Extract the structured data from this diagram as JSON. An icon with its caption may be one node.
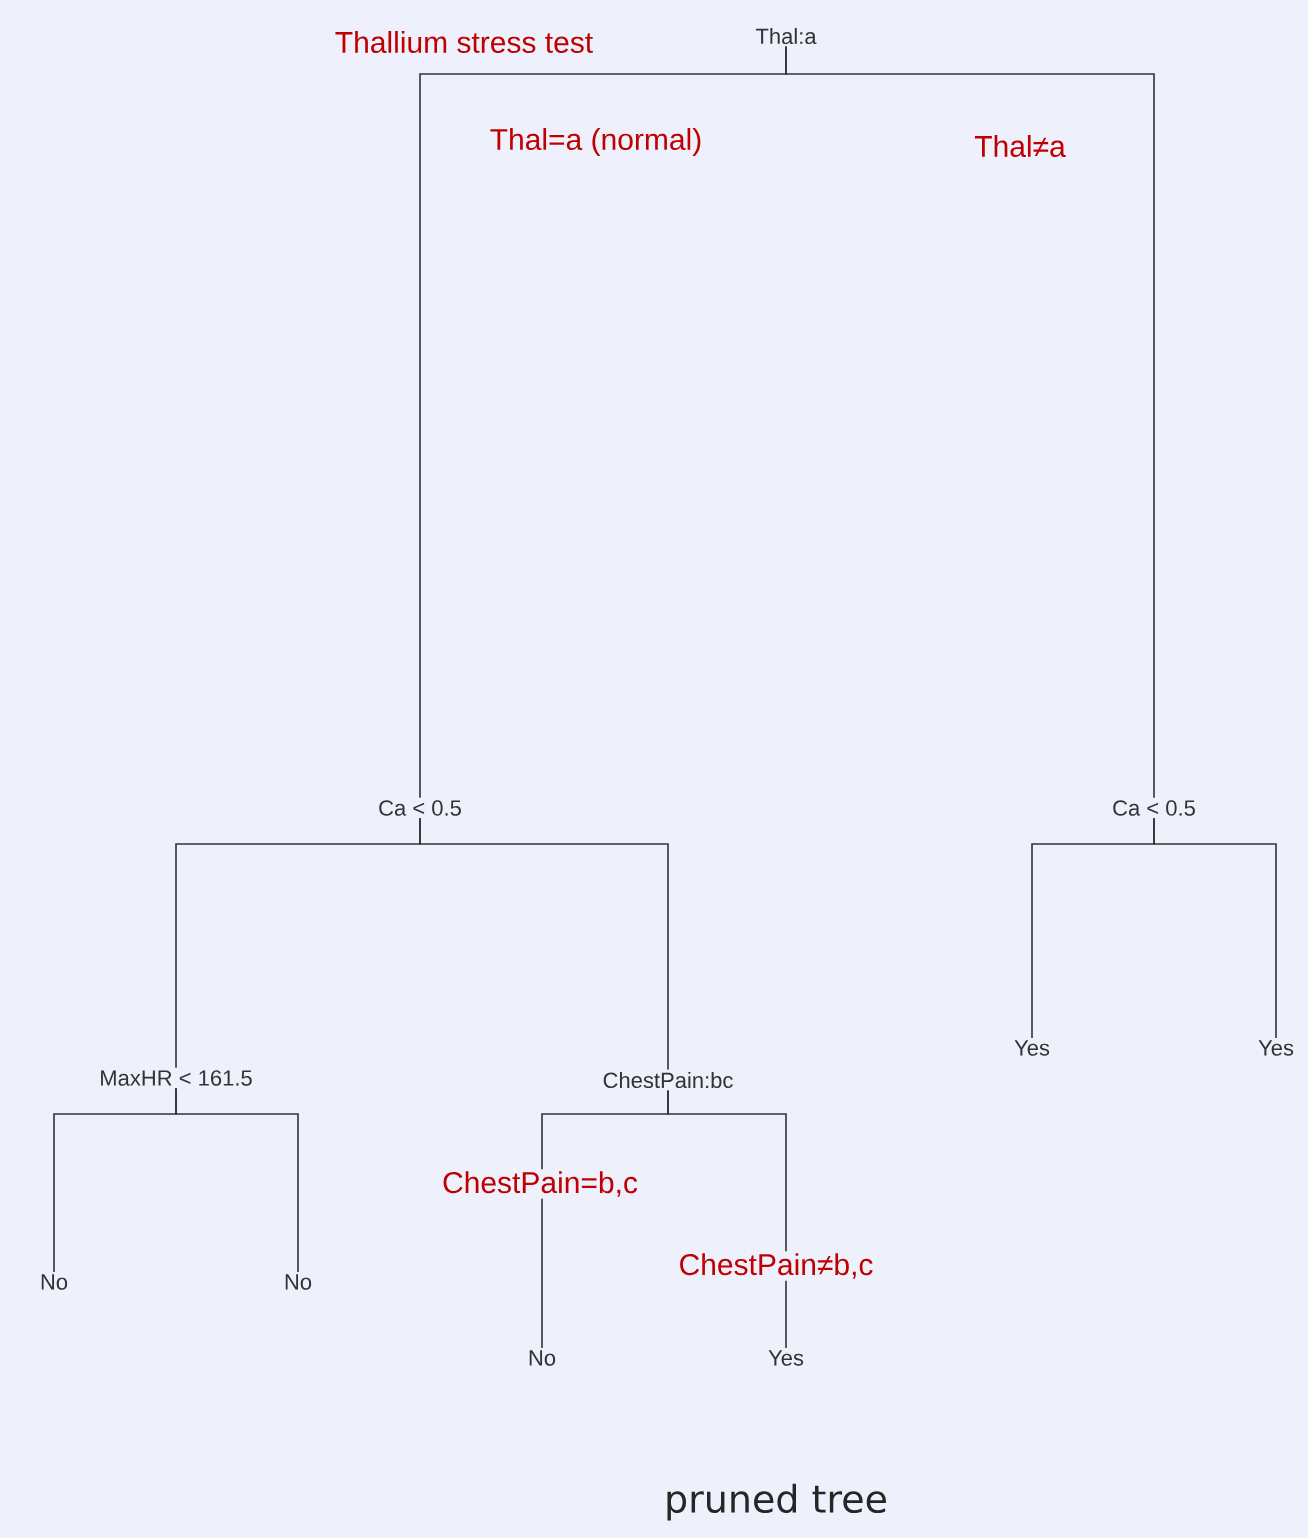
{
  "diagram": {
    "caption": "pruned tree",
    "nodes": [
      {
        "text": [
          "Thal:a"
        ]
      },
      {
        "text": [
          "Ca < 0.5"
        ]
      },
      {
        "text": [
          "Ca < 0.5"
        ]
      },
      {
        "text": [
          "MaxHR < 161.5"
        ]
      },
      {
        "text": [
          "ChestPain:bc"
        ]
      },
      {
        "text": [
          "No"
        ]
      },
      {
        "text": [
          "No"
        ]
      },
      {
        "text": [
          "No"
        ]
      },
      {
        "text": [
          "Yes"
        ]
      },
      {
        "text": [
          "Yes"
        ]
      },
      {
        "text": [
          "Yes"
        ]
      }
    ],
    "edges": [
      {
        "from": 0,
        "to": 1,
        "arrow": "none"
      },
      {
        "from": 0,
        "to": 2,
        "arrow": "none"
      },
      {
        "from": 1,
        "to": 3,
        "arrow": "none"
      },
      {
        "from": 1,
        "to": 4,
        "arrow": "none"
      },
      {
        "from": 3,
        "to": 5,
        "arrow": "none"
      },
      {
        "from": 3,
        "to": 6,
        "arrow": "none"
      },
      {
        "from": 4,
        "to": 7,
        "arrow": "none"
      },
      {
        "from": 4,
        "to": 8,
        "arrow": "none"
      },
      {
        "from": 2,
        "to": 9,
        "arrow": "none"
      },
      {
        "from": 2,
        "to": 10,
        "arrow": "none"
      }
    ],
    "labels": [
      "Thallium stress test",
      "Thal=a (normal)",
      "Thal≠a",
      "ChestPain=b,c",
      "ChestPain≠b,c"
    ]
  }
}
